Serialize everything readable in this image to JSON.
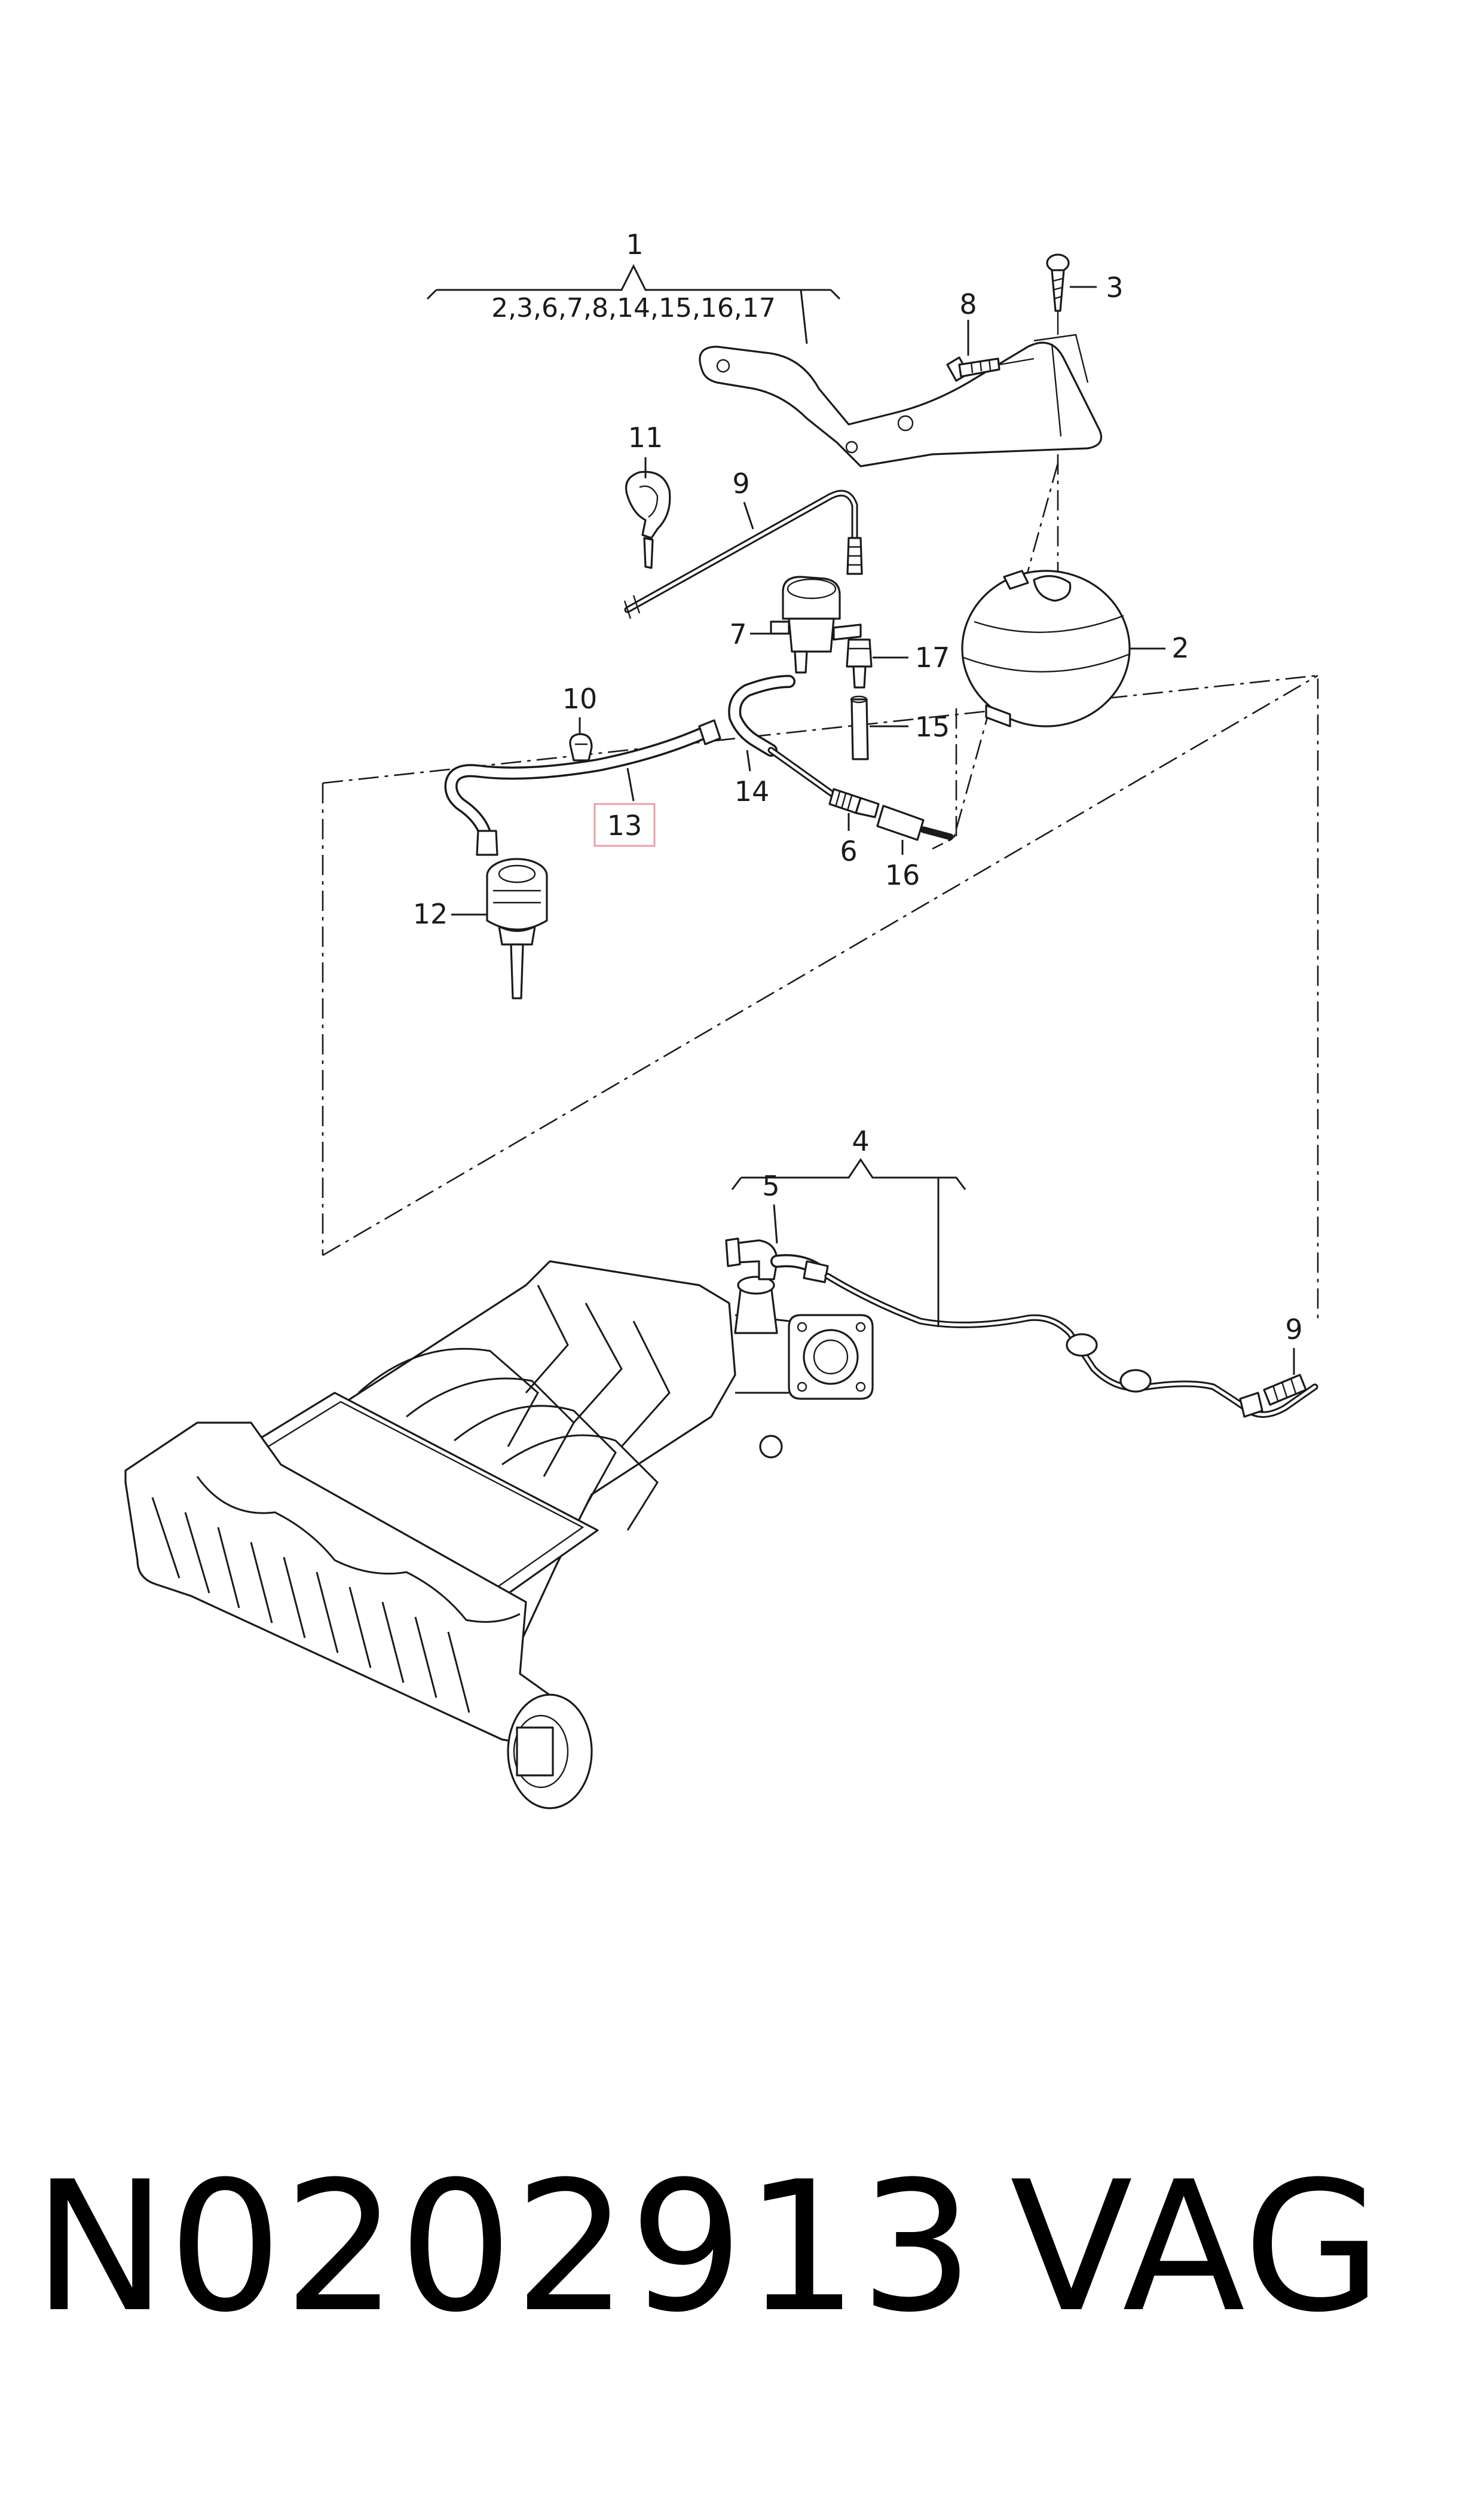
{
  "callouts": {
    "c1": "1",
    "c1_sub": "2,3,6,7,8,14,15,16,17",
    "c2": "2",
    "c3": "3",
    "c4": "4",
    "c5": "5",
    "c6": "6",
    "c7": "7",
    "c8": "8",
    "c9a": "9",
    "c9b": "9",
    "c10": "10",
    "c11": "11",
    "c12": "12",
    "c13": "13",
    "c14": "14",
    "c15": "15",
    "c16": "16",
    "c17": "17"
  },
  "highlight_color": "#e8a0a8",
  "footer": {
    "part_number": "N0202913",
    "brand": "VAG"
  }
}
